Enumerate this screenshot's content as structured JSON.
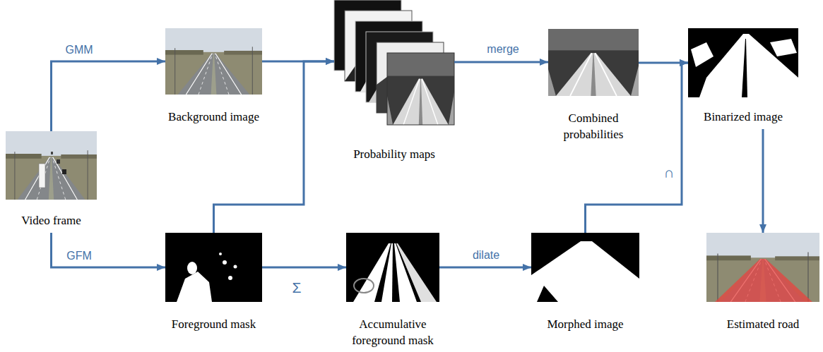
{
  "diagram": {
    "nodes": [
      {
        "text": [
          "Video frame"
        ]
      },
      {
        "text": [
          "Background image"
        ]
      },
      {
        "text": [
          "Probability maps"
        ]
      },
      {
        "text": [
          "Combined probabilities"
        ]
      },
      {
        "text": [
          "Binarized image"
        ]
      },
      {
        "text": [
          "Foreground mask"
        ]
      },
      {
        "text": [
          "Accumulative foreground mask"
        ]
      },
      {
        "text": [
          "Morphed image"
        ]
      },
      {
        "text": [
          "Estimated road"
        ]
      }
    ],
    "edges": [
      {
        "from": 0,
        "to": 1,
        "arrow": "to",
        "label": "GMM"
      },
      {
        "from": 0,
        "to": 5,
        "arrow": "to",
        "label": "GFM"
      },
      {
        "from": 1,
        "to": 2,
        "arrow": "to"
      },
      {
        "from": 5,
        "to": 2,
        "arrow": "to"
      },
      {
        "from": 2,
        "to": 3,
        "arrow": "to",
        "label": "merge"
      },
      {
        "from": 3,
        "to": 4,
        "arrow": "to"
      },
      {
        "from": 7,
        "to": 4,
        "arrow": "to",
        "label": "∩"
      },
      {
        "from": 5,
        "to": 6,
        "arrow": "to",
        "label": "Σ"
      },
      {
        "from": 6,
        "to": 7,
        "arrow": "to",
        "label": "dilate"
      },
      {
        "from": 4,
        "to": 8,
        "arrow": "to"
      }
    ]
  }
}
